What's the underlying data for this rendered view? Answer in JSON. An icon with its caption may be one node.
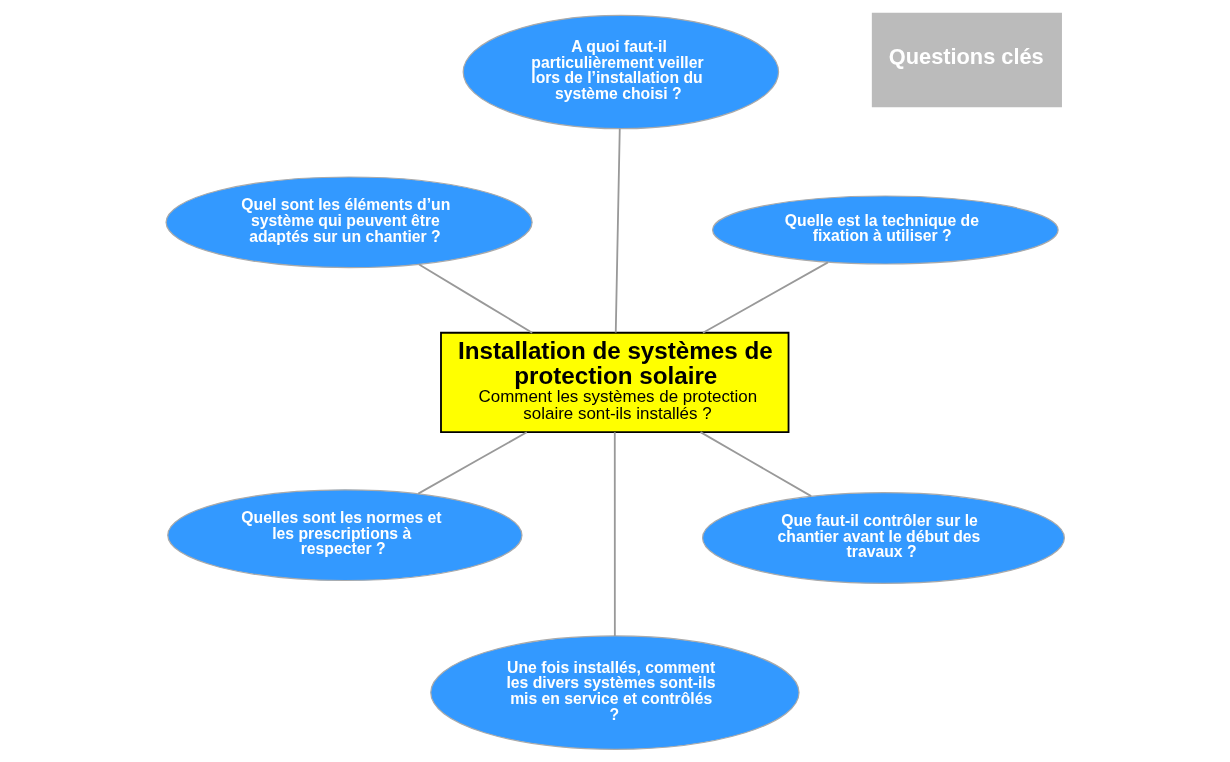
{
  "diagram": {
    "nodes": [
      {
        "text": [
          "Installation de systèmes de protection solaire",
          "Comment les systèmes de protection solaire sont-ils installés ?"
        ]
      },
      {
        "text": [
          "Que faut-il contrôler sur le chantier avant le début des travaux ?"
        ]
      },
      {
        "text": [
          "Une fois installés, comment les divers systèmes sont-ils mis en service et contrôlés ?"
        ]
      },
      {
        "text": [
          "Quel sont les éléments d’un système qui peuvent être adaptés sur un chantier ?"
        ]
      },
      {
        "text": [
          "Quelle est la technique de fixation à utiliser ?"
        ]
      },
      {
        "text": [
          "A quoi faut-il particulièrement veiller lors de l’installation du système choisi ?"
        ]
      },
      {
        "text": [
          "Quelles sont les normes et les prescriptions à respecter ?"
        ]
      }
    ],
    "edges": [
      {
        "from": 0,
        "to": 1,
        "arrow": "none"
      },
      {
        "from": 0,
        "to": 2,
        "arrow": "none"
      },
      {
        "from": 0,
        "to": 3,
        "arrow": "none"
      },
      {
        "from": 0,
        "to": 4,
        "arrow": "none"
      },
      {
        "from": 0,
        "to": 5,
        "arrow": "none"
      },
      {
        "from": 0,
        "to": 6,
        "arrow": "none"
      }
    ],
    "labels": [
      "Questions clés"
    ]
  }
}
